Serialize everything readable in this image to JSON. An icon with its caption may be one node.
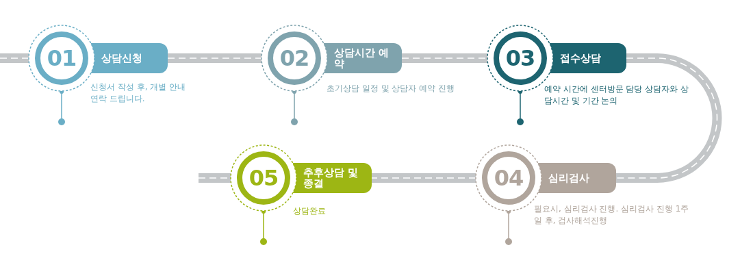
{
  "diagram": {
    "nodes": [
      {
        "text": [
          "01",
          "상담신청",
          "신청서 작성 후, 개별 안내 연락 드립니다."
        ]
      },
      {
        "text": [
          "02",
          "상담시간 예약",
          "초기상담 일정 및 상담자 예약 진행"
        ]
      },
      {
        "text": [
          "03",
          "접수상담",
          "예약 시간에 센터방문 담당 상담자와 상담시간 및 기간 논의"
        ]
      },
      {
        "text": [
          "04",
          "심리검사",
          "필요시, 심리검사 진행. 심리검사 진행 1주일 후, 검사해석진행"
        ]
      },
      {
        "text": [
          "05",
          "추후상담 및 종결",
          "상담완료"
        ]
      }
    ],
    "edges": [
      {
        "from": 0,
        "to": 1,
        "arrow": "none"
      },
      {
        "from": 1,
        "to": 2,
        "arrow": "none"
      },
      {
        "from": 2,
        "to": 3,
        "arrow": "none"
      },
      {
        "from": 3,
        "to": 4,
        "arrow": "none"
      }
    ]
  }
}
